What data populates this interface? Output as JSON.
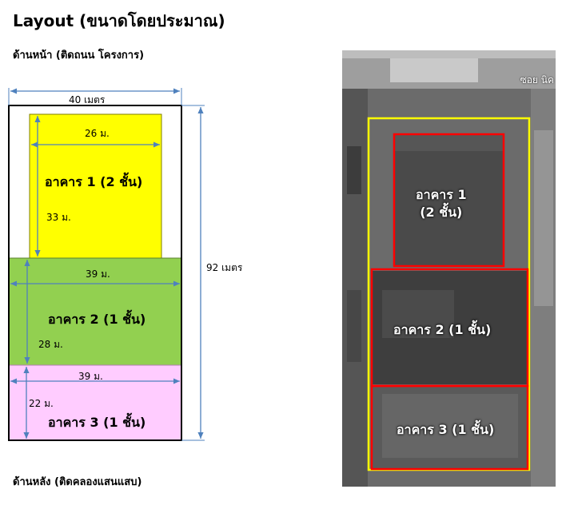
{
  "title": "Layout (ขนาดโดยประมาณ)",
  "front_label": "ด้านหน้า (ติดถนน โครงการ)",
  "back_label": "ด้านหลัง (ติดคลองแสนแสบ)",
  "site": {
    "width_label": "40 เมตร",
    "depth_label": "92 เมตร"
  },
  "buildings": [
    {
      "label": "อาคาร 1 (2 ชั้น)",
      "width_label": "26 ม.",
      "depth_label": "33 ม.",
      "color": "#ffff00"
    },
    {
      "label": "อาคาร 2 (1 ชั้น)",
      "width_label": "39 ม.",
      "depth_label": "28 ม.",
      "color": "#92d050"
    },
    {
      "label": "อาคาร 3 (1 ชั้น)",
      "width_label": "39 ม.",
      "depth_label": "22 ม.",
      "color": "#ffccff"
    }
  ],
  "photo": {
    "street_label": "ซอย นิค",
    "building1_line1": "อาคาร 1",
    "building1_line2": "(2 ชั้น)",
    "building2": "อาคาร 2 (1 ชั้น)",
    "building3": "อาคาร 3 (1 ชั้น)",
    "site_outline_color": "#ffff00",
    "building_outline_color": "#ff0000"
  }
}
